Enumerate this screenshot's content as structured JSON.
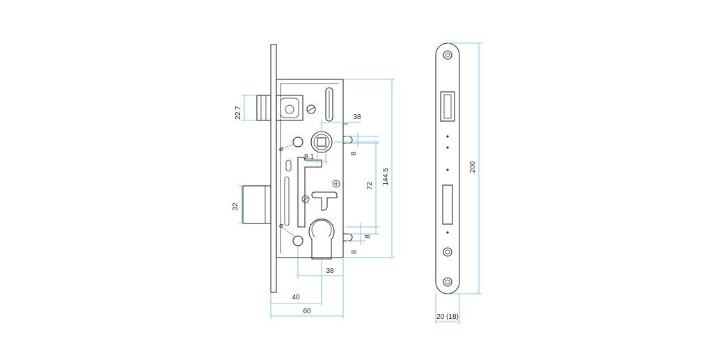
{
  "dimensions": {
    "bolt_height": "22.7",
    "latch_height": "32",
    "follower_offset": "38",
    "top_gap": "8",
    "square_spindle": "8.1",
    "height_mid": "144.5",
    "center_distance": "72",
    "cyl_gap_upper": "8",
    "cyl_gap_lower": "8",
    "bottom_offset": "38",
    "backset": "40",
    "case_width": "60",
    "forend_length": "200",
    "forend_width": "20 (18)"
  },
  "colors": {
    "part_line": "#2a2a2a",
    "dimension_line": "#5cb8d6"
  }
}
